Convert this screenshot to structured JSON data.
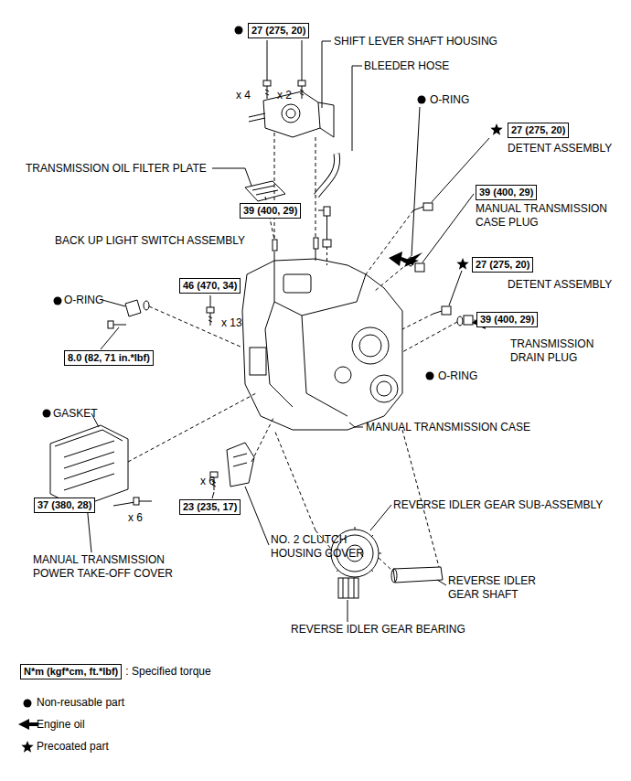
{
  "diagram": {
    "nodes": [
      {
        "text": [
          "27 (275, 20)"
        ]
      },
      {
        "text": [
          "39 (400, 29)"
        ]
      },
      {
        "text": [
          "27 (275, 20)"
        ]
      },
      {
        "text": [
          "39 (400, 29)"
        ]
      },
      {
        "text": [
          "27 (275, 20)"
        ]
      },
      {
        "text": [
          "39 (400, 29)"
        ]
      },
      {
        "text": [
          "46 (470, 34)"
        ]
      },
      {
        "text": [
          "8.0 (82, 71 in.*lbf)"
        ]
      },
      {
        "text": [
          "37 (380, 28)"
        ]
      },
      {
        "text": [
          "23 (235, 17)"
        ]
      },
      {
        "text": [
          "N*m (kgf*cm, ft.*lbf)"
        ]
      }
    ],
    "labels": [
      "SHIFT LEVER SHAFT HOUSING",
      "BLEEDER HOSE",
      "O-RING",
      "DETENT ASSEMBLY",
      "TRANSMISSION OIL FILTER PLATE",
      "MANUAL TRANSMISSION CASE PLUG",
      "BACK UP LIGHT SWITCH ASSEMBLY",
      "DETENT ASSEMBLY",
      "O-RING",
      "TRANSMISSION DRAIN PLUG",
      "O-RING",
      "GASKET",
      "MANUAL TRANSMISSION CASE",
      "REVERSE IDLER GEAR SUB-ASSEMBLY",
      "NO. 2 CLUTCH HOUSING COVER",
      "MANUAL TRANSMISSION POWER TAKE-OFF COVER",
      "REVERSE IDLER GEAR SHAFT",
      "REVERSE IDLER GEAR BEARING",
      "x 4",
      "x 2",
      "x 13",
      "x 6",
      "x 6"
    ],
    "legend": [
      {
        "text": ": Specified torque"
      },
      {
        "text": "Non-reusable part"
      },
      {
        "text": "Engine oil"
      },
      {
        "text": "Precoated part"
      }
    ]
  }
}
